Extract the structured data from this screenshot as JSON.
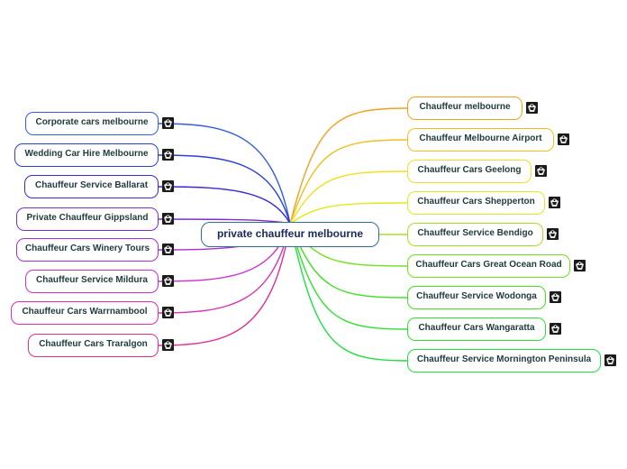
{
  "central_topic": "private chauffeur melbourne",
  "left_topics": [
    {
      "label": "Corporate cars melbourne",
      "color": "#2f5fe0"
    },
    {
      "label": "Wedding Car Hire Melbourne",
      "color": "#2a3fd8"
    },
    {
      "label": "Chauffeur Service Ballarat",
      "color": "#3a2ad0"
    },
    {
      "label": "Private Chauffeur Gippsland",
      "color": "#7a2fd0"
    },
    {
      "label": "Chauffeur Cars Winery Tours",
      "color": "#a52fd8"
    },
    {
      "label": "Chauffeur Service Mildura",
      "color": "#cc2fd0"
    },
    {
      "label": "Chauffeur Cars Warrnambool",
      "color": "#d82fb5"
    },
    {
      "label": "Chauffeur Cars Traralgon",
      "color": "#e02f90"
    }
  ],
  "right_topics": [
    {
      "label": "Chauffeur melbourne",
      "color": "#f0a020"
    },
    {
      "label": "Chauffeur Melbourne Airport",
      "color": "#f0c020"
    },
    {
      "label": "Chauffeur Cars Geelong",
      "color": "#f0e020"
    },
    {
      "label": "Chauffeur Cars Shepperton",
      "color": "#e0e820"
    },
    {
      "label": "Chauffeur Service Bendigo",
      "color": "#a8e020"
    },
    {
      "label": "Chauffeur Cars Great Ocean Road",
      "color": "#70e020"
    },
    {
      "label": "Chauffeur Service Wodonga",
      "color": "#40e020"
    },
    {
      "label": "Chauffeur Cars Wangaratta",
      "color": "#30e030"
    },
    {
      "label": "Chauffeur Service Mornington Peninsula",
      "color": "#20e040"
    }
  ],
  "center_color": "#2c6f9a",
  "topic_icon": "car-logo-icon"
}
